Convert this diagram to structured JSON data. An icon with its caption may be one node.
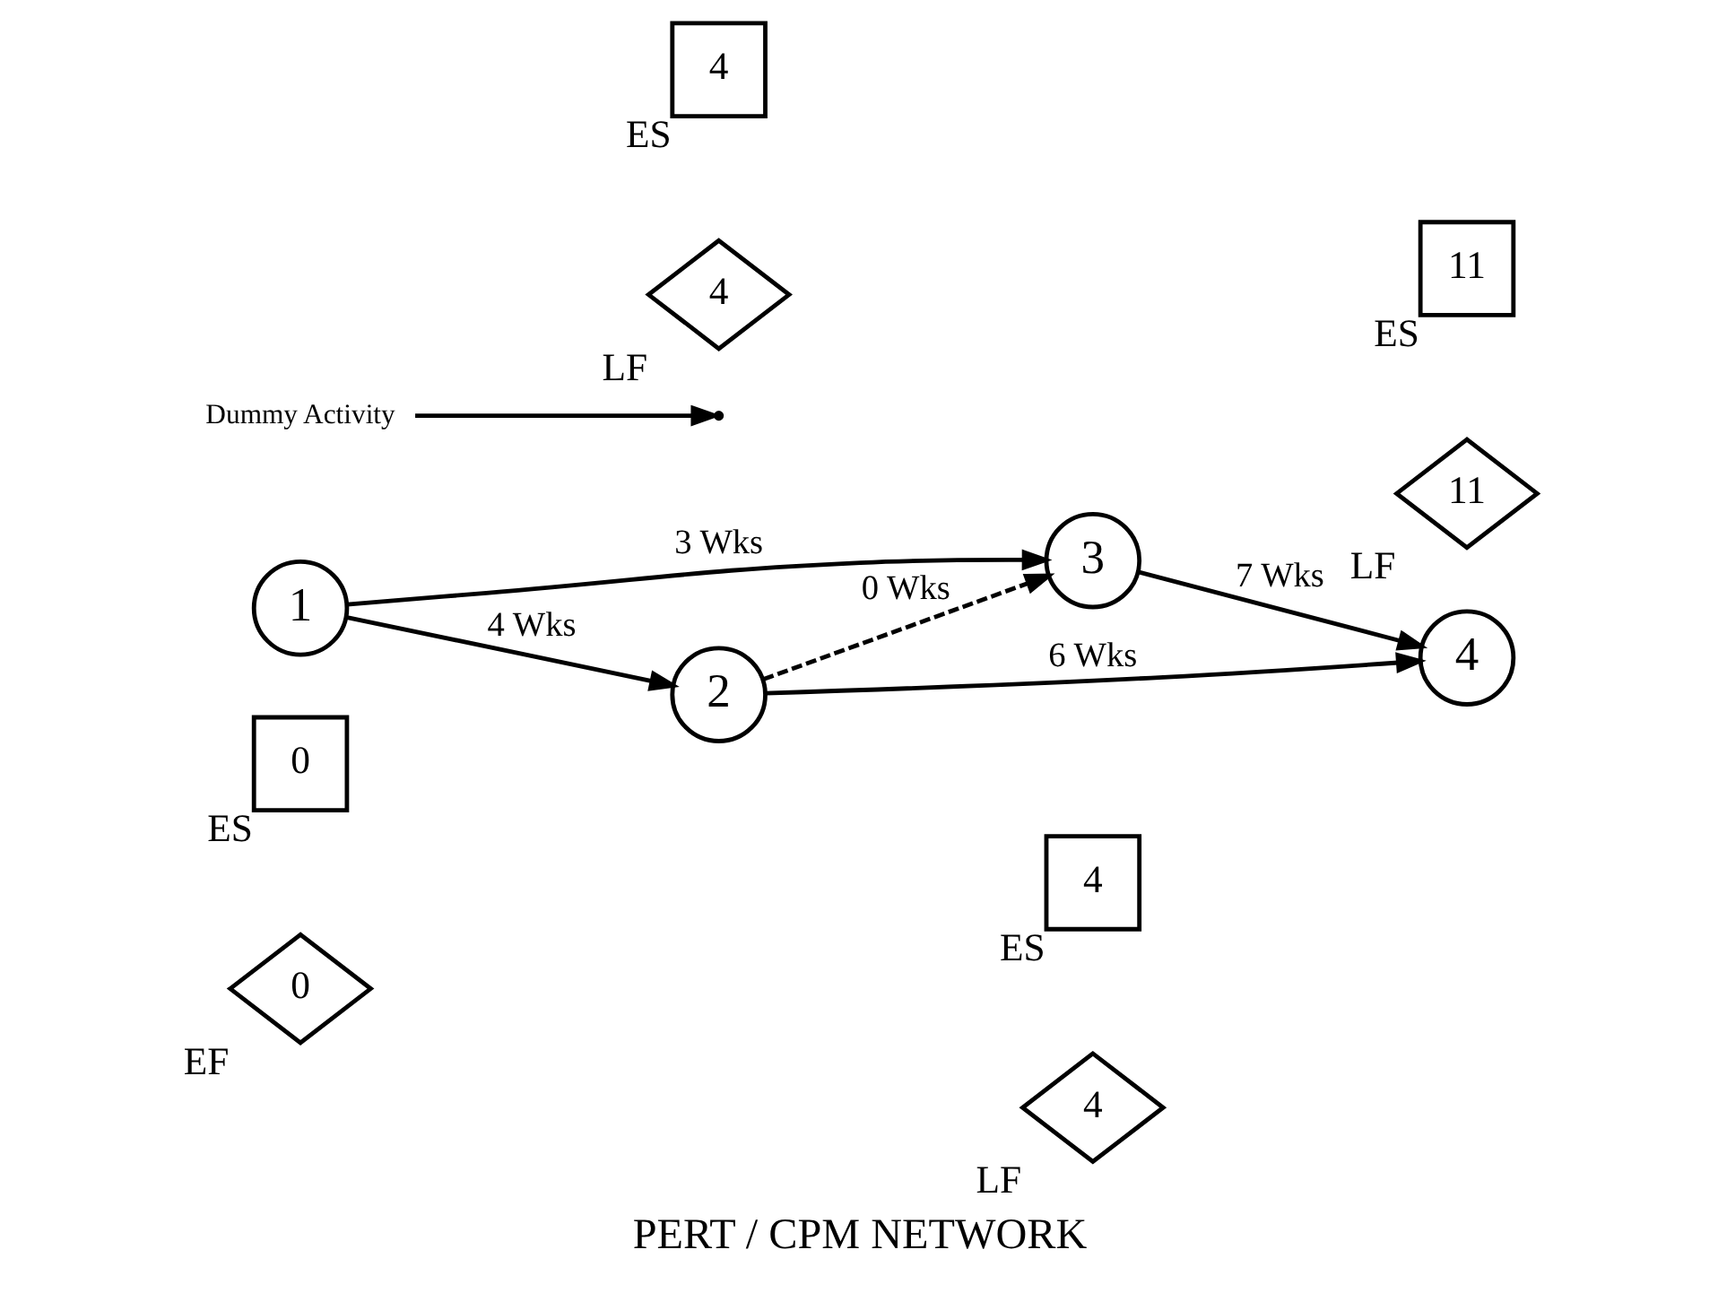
{
  "diagram": {
    "caption": "PERT / CPM NETWORK",
    "nodes": [
      {
        "text": [
          "4"
        ],
        "beside": [
          "ES"
        ]
      },
      {
        "text": [
          "4"
        ],
        "beside": [
          "LF"
        ]
      },
      {
        "text": [
          "0"
        ],
        "beside": [
          "ES"
        ]
      },
      {
        "text": [
          "0"
        ],
        "beside": [
          "EF"
        ]
      },
      {
        "text": [
          "3"
        ]
      },
      {
        "text": [
          "1"
        ]
      },
      {
        "text": [
          "11"
        ],
        "beside": [
          "ES"
        ]
      },
      {
        "text": [
          "11"
        ],
        "beside": [
          "LF"
        ]
      },
      {
        "text": [
          "4"
        ]
      },
      {
        "text": [
          "Dummy Activity"
        ]
      },
      {
        "text": [
          "2"
        ]
      },
      {
        "text": [
          "4"
        ],
        "beside": [
          "ES"
        ]
      },
      {
        "text": [
          "4"
        ],
        "beside": [
          "LF"
        ]
      }
    ],
    "edges": [
      {
        "from": 5,
        "to": 4,
        "arrow": "to",
        "label": "3 Wks"
      },
      {
        "from": 5,
        "to": 10,
        "arrow": "to",
        "label": "4 Wks"
      },
      {
        "from": 10,
        "to": 4,
        "arrow": "to",
        "label": "0 Wks",
        "style": "dashed"
      },
      {
        "from": 4,
        "to": 8,
        "arrow": "to",
        "label": "7 Wks"
      },
      {
        "from": 10,
        "to": 8,
        "arrow": "to",
        "label": "6 Wks"
      },
      {
        "from": 9,
        "to": null,
        "arrow": "to"
      }
    ]
  }
}
